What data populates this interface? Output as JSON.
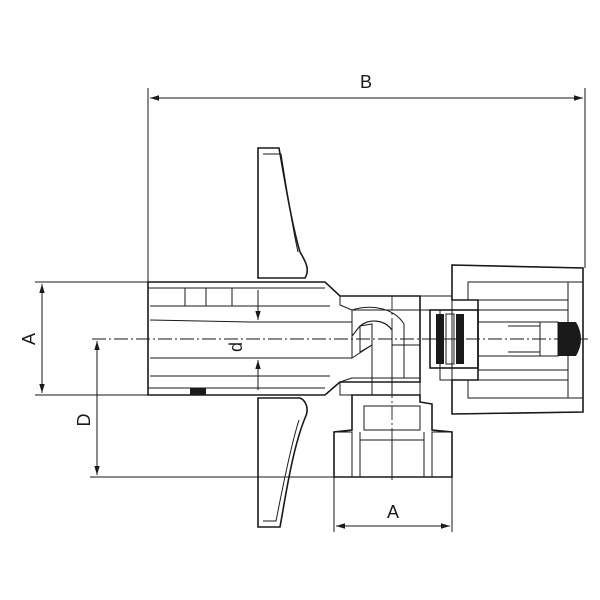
{
  "drawing": {
    "dimension_labels": {
      "overall_length": "B",
      "connection_height": "A",
      "inner_diameter": "d",
      "outlet_offset": "D",
      "outlet_width": "A"
    }
  }
}
